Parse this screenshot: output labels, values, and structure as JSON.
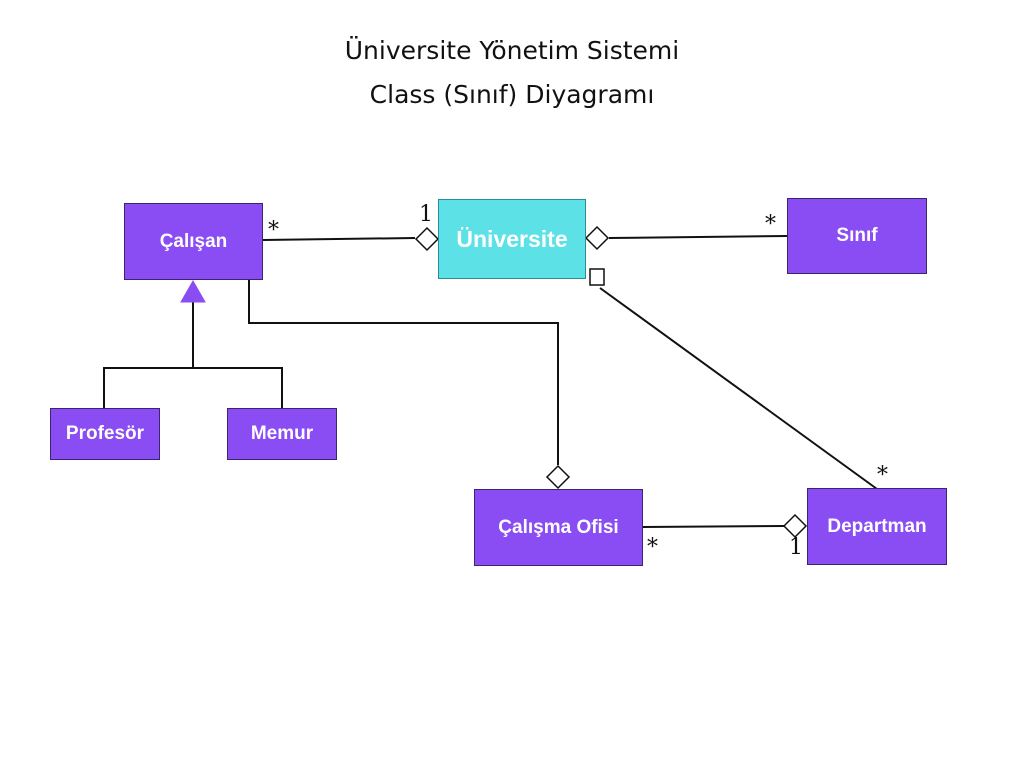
{
  "title": {
    "line1": "Üniversite Yönetim Sistemi",
    "line2": "Class (Sınıf) Diyagramı"
  },
  "colors": {
    "class_fill": "#8a4cf3",
    "root_fill": "#5ce1e6",
    "line": "#111111"
  },
  "classes": {
    "calisan": "Çalışan",
    "universite": "Üniversite",
    "sinif": "Sınıf",
    "profesor": "Profesör",
    "memur": "Memur",
    "calisma_ofisi": "Çalışma Ofisi",
    "departman": "Departman"
  },
  "multiplicities": {
    "calisan_universite_calisan": "*",
    "calisan_universite_universite": "1",
    "universite_sinif_sinif": "*",
    "universite_departman_departman": "*",
    "ofis_departman_ofis": "*",
    "ofis_departman_departman": "1"
  }
}
